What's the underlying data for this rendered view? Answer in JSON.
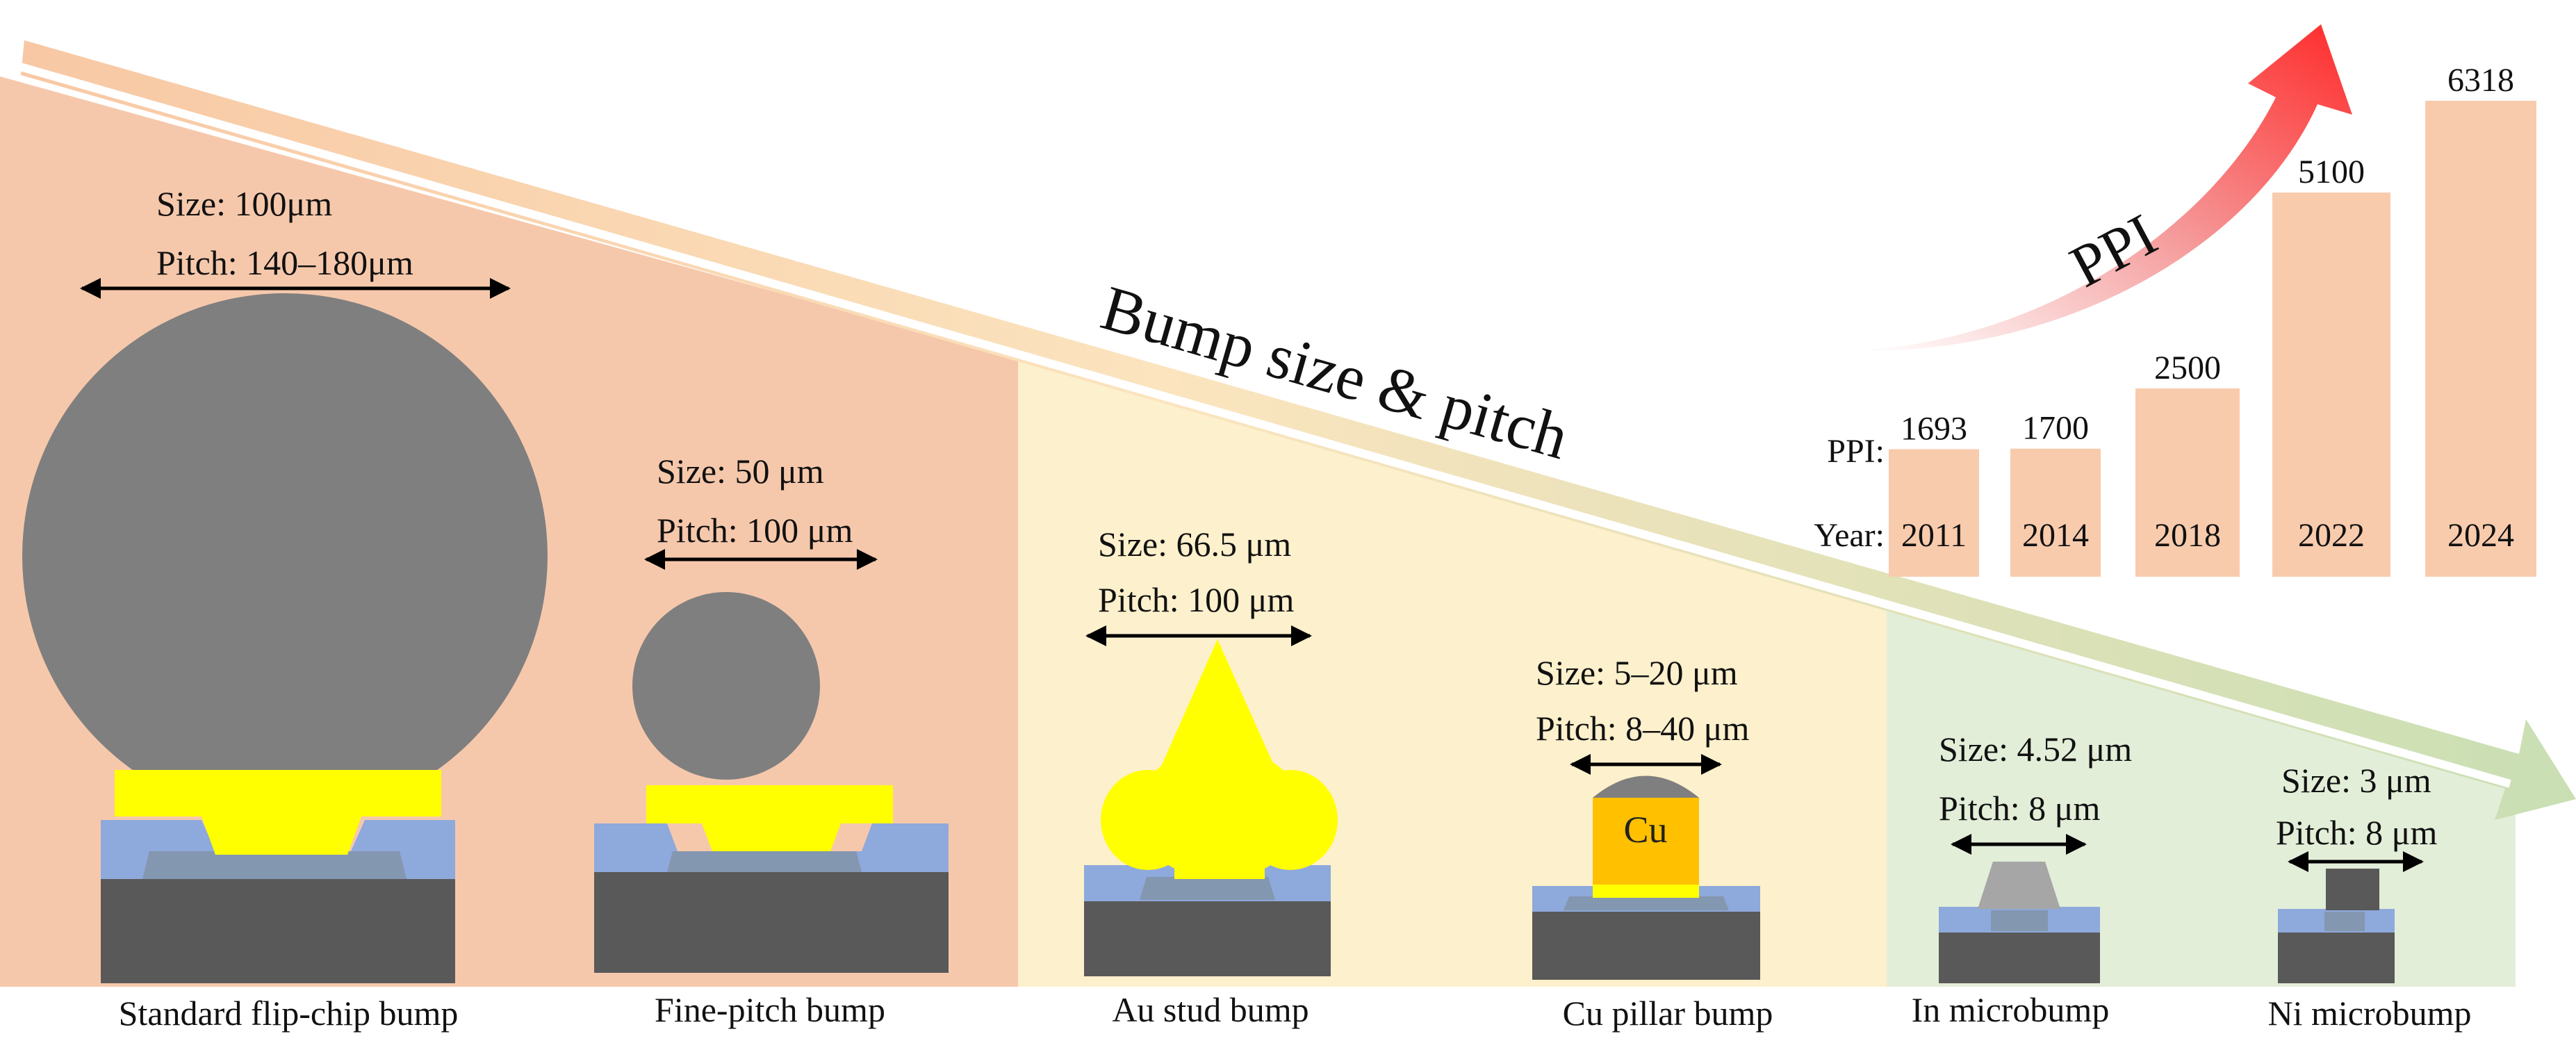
{
  "colors": {
    "region_large": "#f6c8ab",
    "region_medium": "#fdf0cc",
    "region_small": "#e2eed8",
    "solder_gray": "#7f7f7f",
    "ubm_yellow": "#ffff00",
    "passivation_blue": "#8ea9db",
    "pad_gray": "#8497b0",
    "substrate_dark": "#595959",
    "cu_orange": "#ffc000",
    "bar_fill": "#f8cbad",
    "ppi_arrow": "#ff3b3b"
  },
  "trend_label": "Bump size & pitch",
  "bumps": [
    {
      "size": "Size:  100μm",
      "pitch": "Pitch: 140–180μm",
      "caption": "Standard flip-chip bump"
    },
    {
      "size": "Size:  50 μm",
      "pitch": "Pitch: 100 μm",
      "caption": "Fine-pitch bump"
    },
    {
      "size": "Size:  66.5 μm",
      "pitch": "Pitch: 100 μm",
      "caption": "Au stud bump"
    },
    {
      "size": "Size:  5–20 μm",
      "pitch": "Pitch: 8–40 μm",
      "caption": "Cu pillar bump",
      "material": "Cu"
    },
    {
      "size": "Size:  4.52 μm",
      "pitch": "Pitch: 8 μm",
      "caption": "In microbump"
    },
    {
      "size": "Size:  3 μm",
      "pitch": "Pitch: 8 μm",
      "caption": "Ni microbump"
    }
  ],
  "ppi_arrow_label": "PPI",
  "chart_data": {
    "type": "bar",
    "row_labels": {
      "value": "PPI:",
      "category": "Year:"
    },
    "categories": [
      "2011",
      "2014",
      "2018",
      "2022",
      "2024"
    ],
    "values": [
      1693,
      1700,
      2500,
      5100,
      6318
    ]
  }
}
